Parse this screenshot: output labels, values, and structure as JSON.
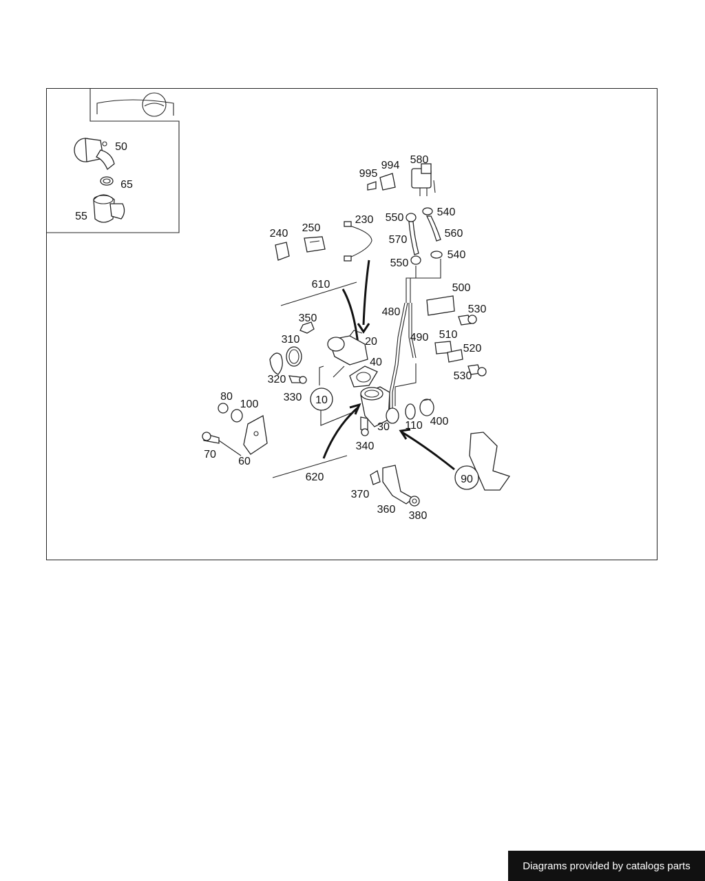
{
  "callouts": {
    "p10": "10",
    "p20": "20",
    "p30": "30",
    "p40": "40",
    "p50": "50",
    "p55": "55",
    "p60": "60",
    "p65": "65",
    "p70": "70",
    "p80": "80",
    "p90": "90",
    "p100": "100",
    "p110": "110",
    "p230": "230",
    "p240": "240",
    "p250": "250",
    "p310": "310",
    "p320": "320",
    "p330": "330",
    "p340": "340",
    "p350": "350",
    "p360": "360",
    "p370": "370",
    "p380": "380",
    "p400": "400",
    "p480": "480",
    "p490": "490",
    "p500": "500",
    "p510": "510",
    "p520": "520",
    "p530a": "530",
    "p530b": "530",
    "p540a": "540",
    "p540b": "540",
    "p550a": "550",
    "p550b": "550",
    "p560": "560",
    "p570": "570",
    "p580": "580",
    "p610": "610",
    "p620": "620",
    "p994": "994",
    "p995": "995"
  },
  "footer": {
    "text": "Diagrams provided by catalogs parts"
  },
  "colors": {
    "line": "#222222",
    "background": "#ffffff",
    "badge": "#111111"
  }
}
